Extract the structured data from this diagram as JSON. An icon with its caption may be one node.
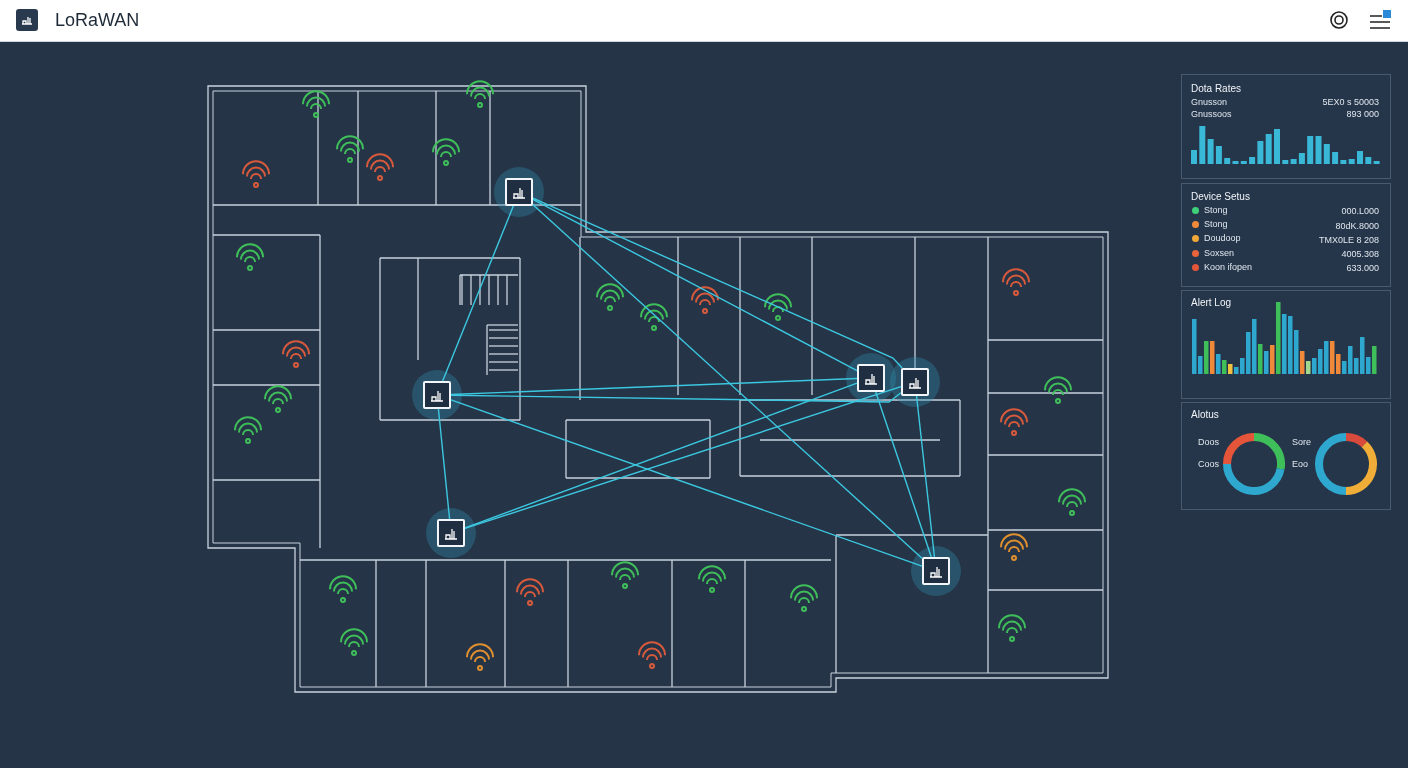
{
  "diagram": {
    "title": "LoRaWAN",
    "nodes": [
      {
        "text": [],
        "shape": "box"
      },
      {
        "text": [],
        "shape": "box"
      },
      {
        "text": [],
        "shape": "box"
      },
      {
        "text": [],
        "shape": "box"
      },
      {
        "text": [],
        "shape": "box"
      },
      {
        "text": [],
        "shape": "box"
      }
    ],
    "edges": [
      {
        "from": 0,
        "to": 1,
        "arrow": "none"
      },
      {
        "from": 0,
        "to": 3,
        "arrow": "none"
      },
      {
        "from": 0,
        "to": 4,
        "arrow": "none"
      },
      {
        "from": 0,
        "to": 5,
        "arrow": "none"
      },
      {
        "from": 1,
        "to": 2,
        "arrow": "none"
      },
      {
        "from": 1,
        "to": 3,
        "arrow": "none"
      },
      {
        "from": 1,
        "to": 4,
        "arrow": "none"
      },
      {
        "from": 1,
        "to": 5,
        "arrow": "none"
      },
      {
        "from": 2,
        "to": 3,
        "arrow": "none"
      },
      {
        "from": 2,
        "to": 4,
        "arrow": "none"
      },
      {
        "from": 3,
        "to": 5,
        "arrow": "none"
      },
      {
        "from": 4,
        "to": 5,
        "arrow": "none"
      }
    ],
    "labels": [
      "Dota Rates",
      "Gnusson",
      "5EX0 s 50003",
      "Gnussoos",
      "893 000",
      "Device Setus",
      "000.L000",
      "80dK.8000",
      "TMX0LE 8 208",
      "4005.308",
      "633.000",
      "Alert Log",
      "Alotus",
      "Doos",
      "Coos",
      "Sore",
      "Eoo"
    ],
    "legend": [
      {
        "text": "Stong",
        "color": "#3fd07a"
      },
      {
        "text": "Stong",
        "color": "#f08a3a"
      },
      {
        "text": "Doudoop",
        "color": "#f0a838"
      },
      {
        "text": "Soxsen",
        "color": "#e8643c"
      },
      {
        "text": "Koon ifopen",
        "color": "#e4553a"
      }
    ]
  }
}
